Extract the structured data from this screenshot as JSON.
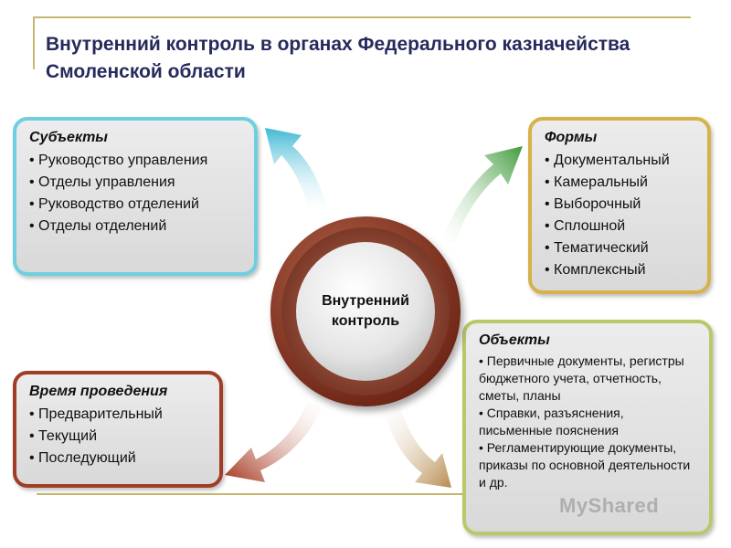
{
  "title": "Внутренний контроль в органах Федерального казначейства Смоленской области",
  "center": {
    "label": "Внутренний контроль"
  },
  "subjects": {
    "heading": "Субъекты",
    "items": [
      "Руководство управления",
      "Отделы управления",
      "Руководство отделений",
      "Отделы отделений"
    ]
  },
  "forms": {
    "heading": "Формы",
    "items": [
      "Документальный",
      "Камеральный",
      "Выборочный",
      "Сплошной",
      "Тематический",
      "Комплексный"
    ]
  },
  "time": {
    "heading": "Время проведения",
    "items": [
      "Предварительный",
      "Текущий",
      "Последующий"
    ]
  },
  "objects": {
    "heading": "Объекты",
    "items": [
      "Первичные документы, регистры бюджетного учета, отчетность, сметы, планы",
      "Справки, разъяснения, письменные пояснения",
      "Регламентирующие документы, приказы по основной деятельности и др."
    ]
  },
  "watermark": "MyShared",
  "colors": {
    "title": "#262a5c",
    "subjects_border": "#6fcfe0",
    "forms_border": "#d5b24a",
    "time_border": "#a03d25",
    "objects_border": "#b9c96a",
    "arrow_subjects": "#5cc6dc",
    "arrow_forms": "#5aa84a",
    "arrow_time": "#a3341a",
    "arrow_objects": "#c9a46a"
  }
}
